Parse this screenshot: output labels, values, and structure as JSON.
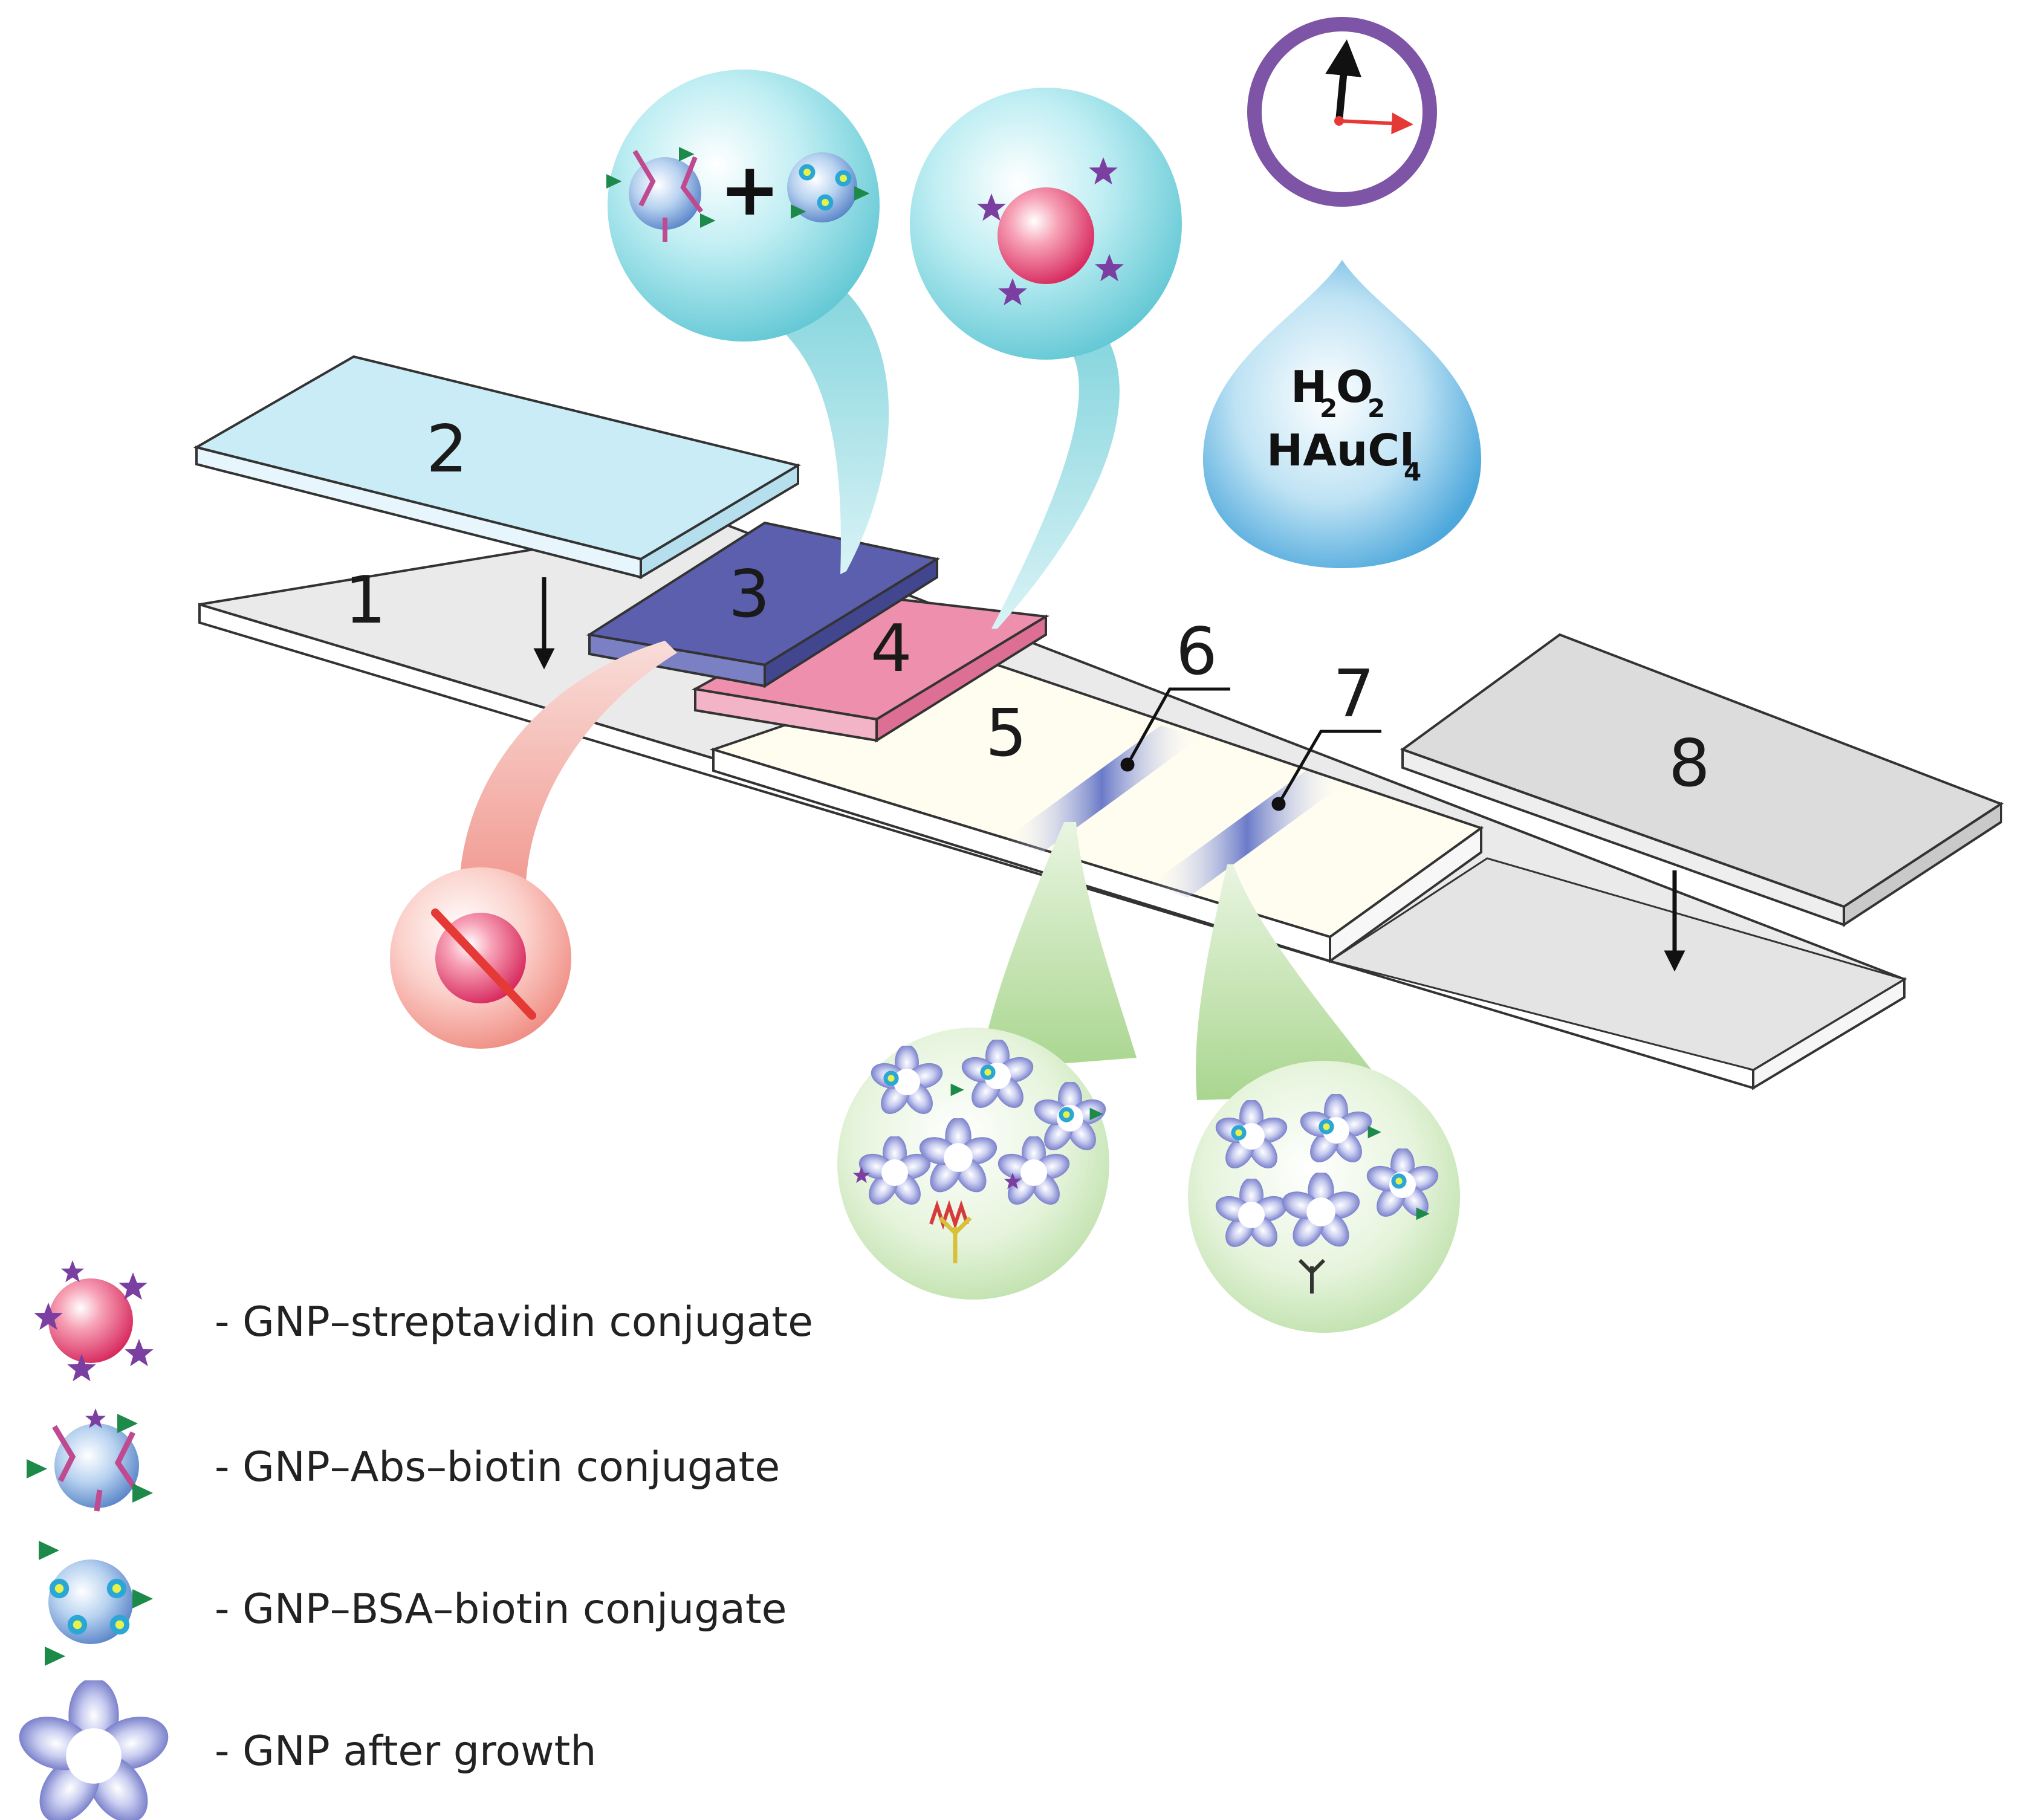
{
  "strip_labels": {
    "pad1": "1",
    "pad2": "2",
    "pad3": "3",
    "pad4": "4",
    "pad5": "5",
    "line6": "6",
    "line7": "7",
    "pad8": "8"
  },
  "reagents": {
    "h2o2_main": "H",
    "h2o2_sub1": "2",
    "h2o2_mid": "O",
    "h2o2_sub2": "2",
    "haucl4_main": "HAuCl",
    "haucl4_sub": "4"
  },
  "legend": {
    "items": [
      {
        "label": "- GNP–streptavidin conjugate"
      },
      {
        "label": "- GNP–Abs–biotin conjugate"
      },
      {
        "label": "- GNP–BSA–biotin conjugate"
      },
      {
        "label": "- GNP after growth"
      }
    ]
  },
  "colors": {
    "pad2": "#c9ecf7",
    "pad3": "#5b5fae",
    "pad4": "#ee8fae",
    "test_line": "#6b78c8",
    "clock": "#7e55a6",
    "bubble_blue": "#7dd5df",
    "bubble_red": "#f39c92",
    "bubble_green": "#c8e6b4"
  },
  "icons": [
    "clock-icon",
    "drop-icon",
    "down-arrow-icon",
    "prohibited-icon"
  ]
}
